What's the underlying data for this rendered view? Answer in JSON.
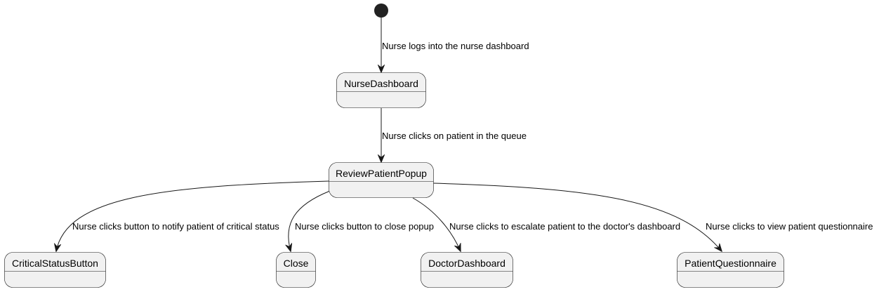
{
  "diagram": {
    "type": "state-diagram",
    "start_node": "initial-state",
    "states": [
      {
        "id": "NurseDashboard",
        "label": "NurseDashboard"
      },
      {
        "id": "ReviewPatientPopup",
        "label": "ReviewPatientPopup"
      },
      {
        "id": "CriticalStatusButton",
        "label": "CriticalStatusButton"
      },
      {
        "id": "Close",
        "label": "Close"
      },
      {
        "id": "DoctorDashboard",
        "label": "DoctorDashboard"
      },
      {
        "id": "PatientQuestionnaire",
        "label": "PatientQuestionnaire"
      }
    ],
    "transitions": [
      {
        "from": "start",
        "to": "NurseDashboard",
        "label": "Nurse logs into the nurse dashboard"
      },
      {
        "from": "NurseDashboard",
        "to": "ReviewPatientPopup",
        "label": "Nurse clicks on patient in the queue"
      },
      {
        "from": "ReviewPatientPopup",
        "to": "CriticalStatusButton",
        "label": "Nurse clicks button to notify patient of critical status"
      },
      {
        "from": "ReviewPatientPopup",
        "to": "Close",
        "label": "Nurse clicks button to close popup"
      },
      {
        "from": "ReviewPatientPopup",
        "to": "DoctorDashboard",
        "label": "Nurse clicks to escalate patient to the doctor's dashboard"
      },
      {
        "from": "ReviewPatientPopup",
        "to": "PatientQuestionnaire",
        "label": "Nurse clicks to view patient questionnaire"
      }
    ],
    "colors": {
      "state_fill": "#f1f1f1",
      "stroke": "#181818",
      "start_fill": "#222222",
      "background": "#ffffff"
    }
  }
}
